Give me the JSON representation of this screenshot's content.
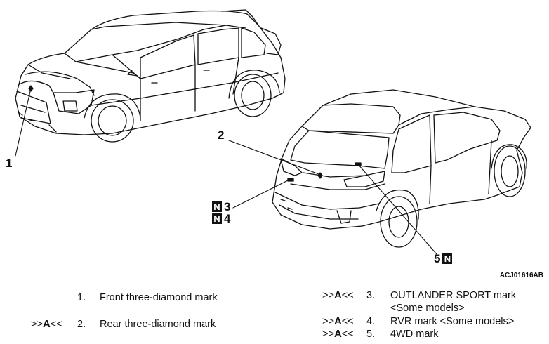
{
  "figure": {
    "drawing_code": "ACJ01616AB",
    "callouts": [
      {
        "id": "1",
        "label": "1"
      },
      {
        "id": "2",
        "label": "2"
      },
      {
        "id": "3",
        "label": "3",
        "badge": "N"
      },
      {
        "id": "4",
        "label": "4",
        "badge": "N"
      },
      {
        "id": "5",
        "label": "5",
        "badge": "N"
      }
    ]
  },
  "legend": {
    "ref_prefix": ">>",
    "ref_letter": "A",
    "ref_suffix": "<<",
    "items": [
      {
        "num": "1.",
        "text": "Front three-diamond mark",
        "ref": false
      },
      {
        "num": "2.",
        "text": "Rear three-diamond mark",
        "ref": true
      },
      {
        "num": "3.",
        "text": "OUTLANDER SPORT mark",
        "text2": "<Some models>",
        "ref": true
      },
      {
        "num": "4.",
        "text": "RVR mark <Some models>",
        "ref": true
      },
      {
        "num": "5.",
        "text": "4WD mark",
        "ref": true
      }
    ]
  }
}
